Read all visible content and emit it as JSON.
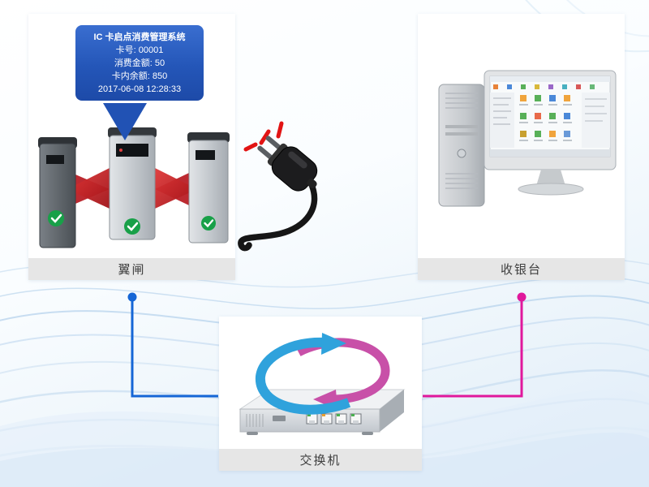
{
  "panels": {
    "gate": {
      "label": "翼闸",
      "bubble": {
        "title": "IC 卡启点消费管理系统",
        "card_no": "卡号: 00001",
        "amount": "消费金额: 50",
        "balance": "卡内余额: 850",
        "datetime": "2017-06-08 12:28:33"
      }
    },
    "cashier": {
      "label": "收银台"
    },
    "switch": {
      "label": "交换机"
    }
  },
  "connections": {
    "gate_to_switch_color": "#1566d6",
    "cashier_to_switch_color": "#e0189c"
  },
  "colors": {
    "bubble_blue": "#2456b8",
    "wing_red": "#c81a22",
    "label_strip_bg": "#e6e6e6",
    "label_text": "#3f3f3f",
    "swirl_blue": "#2fa2dc",
    "swirl_pink": "#c850a8"
  },
  "icons": {
    "turnstile": "wing-gate",
    "plug": "power-plug",
    "computer": "pos-computer",
    "switch": "network-switch",
    "swirl": "sync-arrows"
  }
}
